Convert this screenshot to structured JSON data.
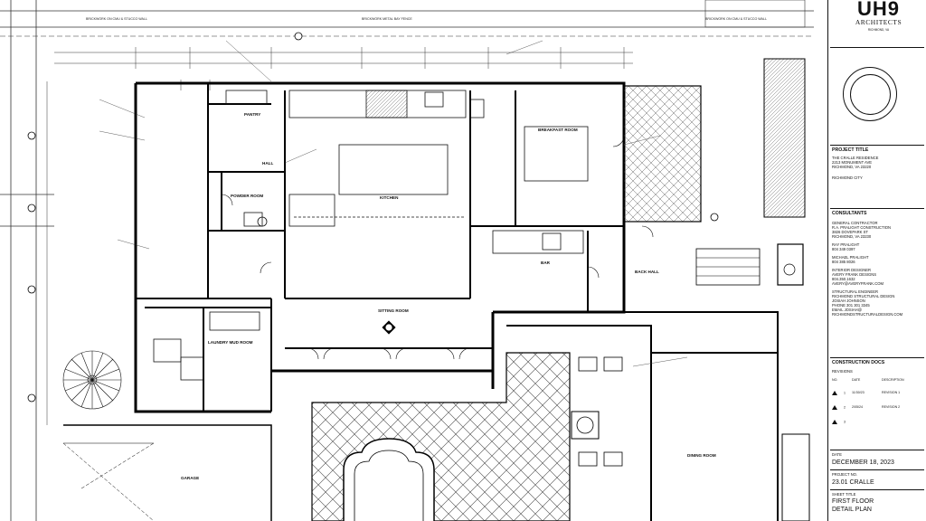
{
  "plan": {
    "labels": {
      "top_left_wall": "BRICKWORK ON CMU & STUCCO WALL",
      "top_mid_wall": "BRICKWORK METAL BAY FENCE",
      "top_right_wall": "BRICKWORK ON CMU & STUCCO WALL",
      "pantry": "PANTRY",
      "hall": "HALL",
      "powder_room": "POWDER ROOM",
      "kitchen": "KITCHEN",
      "breakfast_room": "BREAKFAST ROOM",
      "bar": "BAR",
      "back_hall": "BACK HALL",
      "sitting_room": "SITTING ROOM",
      "laundry_mud_room": "LAUNDRY MUD ROOM",
      "dining_room": "DINING ROOM",
      "garage": "GARAGE"
    }
  },
  "titleblock": {
    "logo_mark": "UH9",
    "firm_name": "ARCHITECTS",
    "firm_address": "RICHMOND, VA",
    "project_title_head": "PROJECT TITLE",
    "project_line1": "THE CRALLE RESIDENCE",
    "project_line2": "2213 MONUMENT AVE",
    "project_line3": "RICHMOND, VA 23220",
    "project_city": "RICHMOND CITY",
    "consultants_head": "CONSULTANTS",
    "gc_head": "GENERAL CONTRACTOR",
    "gc_line1": "R.A. PRALIGHT CONSTRUCTION",
    "gc_line2": "3826 DOVEPARK ST",
    "gc_line3": "RICHMOND, VA 23230",
    "gc_contact1": "RAY PRALIGHT",
    "gc_phone1": "804 349 0397",
    "gc_contact2": "MICHAEL PRALIGHT",
    "gc_phone2": "804 385 8026",
    "interior_head": "INTERIOR DESIGNER",
    "interior_line1": "AVERY FRANK DESIGNS",
    "interior_phone": "804.350.1632",
    "interior_email": "AVERY@AVERYFRANK.COM",
    "structural_head": "STRUCTURAL ENGINEER",
    "structural_line1": "RICHMOND STRUCTURAL DESIGN",
    "structural_contact": "JOSIAH JOHNSON",
    "structural_phone": "PHONE 301 301 3345",
    "structural_email": "EMAIL JOSIAH@",
    "structural_web": "RICHMONDSTRUCTURALDESIGN.COM",
    "construction_docs": "CONSTRUCTION DOCS",
    "revisions_head": "REVISIONS",
    "rev_col_no": "NO.",
    "rev_col_date": "DATE",
    "rev_col_desc": "DESCRIPTION",
    "rev1_no": "1",
    "rev1_date": "11/30/23",
    "rev1_desc": "REVISION 1",
    "rev2_no": "2",
    "rev2_date": "2/05/24",
    "rev2_desc": "REVISION 2",
    "rev3_no": "3",
    "date_head": "DATE",
    "date_value": "DECEMBER 18, 2023",
    "project_no_head": "PROJECT NO.",
    "project_no_value": "23.01 CRALLE",
    "sheet_title_head": "SHEET TITLE",
    "sheet_title_line1": "FIRST FLOOR",
    "sheet_title_line2": "DETAIL PLAN"
  }
}
